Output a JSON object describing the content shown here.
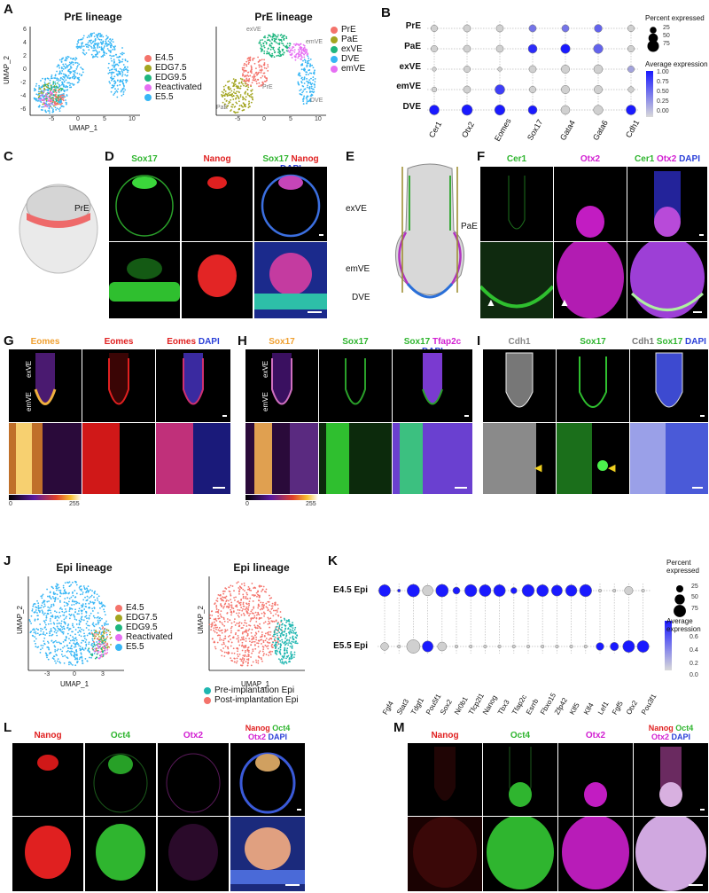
{
  "panels": {
    "A": "A",
    "B": "B",
    "C": "C",
    "D": "D",
    "E": "E",
    "F": "F",
    "G": "G",
    "H": "H",
    "I": "I",
    "J": "J",
    "K": "K",
    "L": "L",
    "M": "M"
  },
  "panelA": {
    "left": {
      "title": "PrE lineage",
      "xlabel": "UMAP_1",
      "ylabel": "UMAP_2",
      "xticks": [
        "-5",
        "0",
        "5",
        "10"
      ],
      "yticks": [
        "6",
        "4",
        "2",
        "0",
        "-2",
        "-4",
        "-6"
      ],
      "legend": [
        {
          "label": "E4.5",
          "color": "#f4736b"
        },
        {
          "label": "EDG7.5",
          "color": "#a3a520"
        },
        {
          "label": "EDG9.5",
          "color": "#1fb67f"
        },
        {
          "label": "Reactivated",
          "color": "#e66ff3"
        },
        {
          "label": "E5.5",
          "color": "#37b6f5"
        }
      ]
    },
    "right": {
      "title": "PrE lineage",
      "xticks": [
        "-5",
        "0",
        "5",
        "10"
      ],
      "cluster_labels": [
        "exVE",
        "emVE",
        "PrE",
        "PaE",
        "DVE"
      ],
      "legend": [
        {
          "label": "PrE",
          "color": "#f4736b"
        },
        {
          "label": "PaE",
          "color": "#a3a520"
        },
        {
          "label": "exVE",
          "color": "#1fb67f"
        },
        {
          "label": "DVE",
          "color": "#37b6f5"
        },
        {
          "label": "emVE",
          "color": "#e66ff3"
        }
      ]
    }
  },
  "panelB": {
    "rows": [
      "PrE",
      "PaE",
      "exVE",
      "emVE",
      "DVE"
    ],
    "cols": [
      "Cer1",
      "Otx2",
      "Eomes",
      "Sox17",
      "Gata4",
      "Gata6",
      "Cdh1"
    ],
    "size_title": "Percent expressed",
    "size_legend": [
      "25",
      "50",
      "75"
    ],
    "color_title": "Average expression",
    "color_ticks": [
      "1.00",
      "0.75",
      "0.50",
      "0.25",
      "0.00"
    ]
  },
  "panelC": {
    "label": "PrE"
  },
  "panelD": {
    "ch1": "Sox17",
    "ch2": "Nanog",
    "merge": [
      {
        "t": "Sox17",
        "c": "#2fb52f"
      },
      {
        "t": " Nanog",
        "c": "#e02020"
      },
      {
        "t": " DAPI",
        "c": "#2a3fd8"
      }
    ]
  },
  "panelE": {
    "labels": [
      "exVE",
      "PaE",
      "emVE",
      "DVE"
    ]
  },
  "panelF": {
    "ch1": "Cer1",
    "ch2": "Otx2",
    "merge": [
      {
        "t": "Cer1",
        "c": "#2fb52f"
      },
      {
        "t": " Otx2",
        "c": "#d21fd2"
      },
      {
        "t": " DAPI",
        "c": "#2a3fd8"
      }
    ]
  },
  "panelG": {
    "ch1": "Eomes",
    "ch2": "Eomes",
    "merge": [
      {
        "t": "Eomes",
        "c": "#e02020"
      },
      {
        "t": " DAPI",
        "c": "#2a3fd8"
      }
    ],
    "inset": [
      "exVE",
      "emVE"
    ],
    "lut": [
      "0",
      "255"
    ]
  },
  "panelH": {
    "ch1": "Sox17",
    "ch2": "Sox17",
    "merge": [
      {
        "t": "Sox17",
        "c": "#2fb52f"
      },
      {
        "t": " Tfap2c",
        "c": "#d21fd2"
      },
      {
        "t": " DAPI",
        "c": "#2a3fd8"
      }
    ],
    "inset": [
      "exVE",
      "emVE"
    ],
    "lut": [
      "0",
      "255"
    ]
  },
  "panelI": {
    "ch1": "Cdh1",
    "ch2": "Sox17",
    "merge": [
      {
        "t": "Cdh1",
        "c": "#777777"
      },
      {
        "t": " Sox17",
        "c": "#2fb52f"
      },
      {
        "t": " DAPI",
        "c": "#2a3fd8"
      }
    ]
  },
  "panelJ": {
    "left": {
      "title": "Epi lineage",
      "xlabel": "UMAP_1",
      "ylabel": "UMAP_2",
      "xticks": [
        "-3",
        "0",
        "3"
      ],
      "legend": [
        {
          "label": "E4.5",
          "color": "#f4736b"
        },
        {
          "label": "EDG7.5",
          "color": "#a3a520"
        },
        {
          "label": "EDG9.5",
          "color": "#1fb67f"
        },
        {
          "label": "Reactivated",
          "color": "#e66ff3"
        },
        {
          "label": "E5.5",
          "color": "#37b6f5"
        }
      ]
    },
    "right": {
      "title": "Epi lineage",
      "xlabel": "UMAP_1",
      "ylabel": "UMAP_2",
      "legend": [
        {
          "label": "Pre-implantation Epi",
          "color": "#1fb6b0"
        },
        {
          "label": "Post-implantation Epi",
          "color": "#f4736b"
        }
      ]
    }
  },
  "panelK": {
    "rows": [
      "E4.5 Epi",
      "E5.5 Epi"
    ],
    "cols": [
      "Fgf4",
      "Stat3",
      "Tdgf1",
      "Pou5f1",
      "Sox2",
      "Nr0b1",
      "Tfcp2l1",
      "Nanog",
      "Tbx3",
      "Tfap2c",
      "Esrrb",
      "Fbxo15",
      "Zfp42",
      "Klf5",
      "Klf4",
      "Lef1",
      "Fgf5",
      "Otx2",
      "Pou3f1"
    ],
    "size_title": "Percent expressed",
    "size_legend": [
      "25",
      "50",
      "75"
    ],
    "color_title": "Average expression",
    "color_ticks": [
      "0.6",
      "0.4",
      "0.2",
      "0.0"
    ]
  },
  "panelL": {
    "ch1": "Nanog",
    "ch2": "Oct4",
    "ch3": "Otx2",
    "merge1": [
      {
        "t": "Nanog",
        "c": "#e02020"
      },
      {
        "t": " Oct4",
        "c": "#2fb52f"
      }
    ],
    "merge2": [
      {
        "t": "Otx2",
        "c": "#d21fd2"
      },
      {
        "t": " DAPI",
        "c": "#2a3fd8"
      }
    ]
  },
  "panelM": {
    "ch1": "Nanog",
    "ch2": "Oct4",
    "ch3": "Otx2",
    "merge1": [
      {
        "t": "Nanog",
        "c": "#e02020"
      },
      {
        "t": " Oct4",
        "c": "#2fb52f"
      }
    ],
    "merge2": [
      {
        "t": "Otx2",
        "c": "#d21fd2"
      },
      {
        "t": " DAPI",
        "c": "#2a3fd8"
      }
    ]
  },
  "chart_data": [
    {
      "type": "scatter",
      "panel": "B",
      "kind": "dot-plot",
      "rows": [
        "PrE",
        "PaE",
        "exVE",
        "emVE",
        "DVE"
      ],
      "cols": [
        "Cer1",
        "Otx2",
        "Eomes",
        "Sox17",
        "Gata4",
        "Gata6",
        "Cdh1"
      ],
      "pct": [
        [
          25,
          30,
          30,
          30,
          30,
          35,
          25
        ],
        [
          25,
          30,
          30,
          45,
          50,
          50,
          25
        ],
        [
          10,
          25,
          10,
          30,
          40,
          45,
          25
        ],
        [
          15,
          30,
          55,
          25,
          40,
          40,
          20
        ],
        [
          55,
          65,
          60,
          45,
          45,
          50,
          55
        ]
      ],
      "avg": [
        [
          0.0,
          0.0,
          0.0,
          0.5,
          0.5,
          0.6,
          0.0
        ],
        [
          0.0,
          0.0,
          0.0,
          0.9,
          1.0,
          0.6,
          0.0
        ],
        [
          0.0,
          0.0,
          0.0,
          0.0,
          0.0,
          0.0,
          0.25
        ],
        [
          0.0,
          0.0,
          0.8,
          0.0,
          0.0,
          0.0,
          0.0
        ],
        [
          1.0,
          1.0,
          1.0,
          1.0,
          0.0,
          0.0,
          1.0
        ]
      ],
      "size_title": "Percent expressed",
      "color_title": "Average expression",
      "color_range": [
        0,
        1
      ]
    },
    {
      "type": "scatter",
      "panel": "K",
      "kind": "dot-plot",
      "rows": [
        "E4.5 Epi",
        "E5.5 Epi"
      ],
      "cols": [
        "Fgf4",
        "Stat3",
        "Tdgf1",
        "Pou5f1",
        "Sox2",
        "Nr0b1",
        "Tfcp2l1",
        "Nanog",
        "Tbx3",
        "Tfap2c",
        "Esrrb",
        "Fbxo15",
        "Zfp42",
        "Klf5",
        "Klf4",
        "Lef1",
        "Fgf5",
        "Otx2",
        "Pou3f1"
      ],
      "pct": [
        [
          70,
          5,
          80,
          55,
          80,
          25,
          75,
          70,
          70,
          20,
          75,
          70,
          60,
          65,
          75,
          5,
          5,
          35,
          5
        ],
        [
          30,
          5,
          90,
          60,
          40,
          5,
          5,
          5,
          5,
          5,
          5,
          5,
          5,
          5,
          5,
          30,
          35,
          70,
          70
        ]
      ],
      "avg": [
        [
          0.7,
          0.7,
          0.7,
          0.0,
          0.7,
          0.7,
          0.7,
          0.7,
          0.7,
          0.7,
          0.7,
          0.7,
          0.7,
          0.7,
          0.7,
          0.0,
          0.0,
          0.0,
          0.0
        ],
        [
          0.0,
          0.0,
          0.0,
          0.7,
          0.0,
          0.0,
          0.0,
          0.0,
          0.0,
          0.0,
          0.0,
          0.0,
          0.0,
          0.0,
          0.0,
          0.7,
          0.7,
          0.7,
          0.7
        ]
      ],
      "size_title": "Percent expressed",
      "color_title": "Average expression",
      "color_range": [
        0,
        0.7
      ]
    }
  ]
}
